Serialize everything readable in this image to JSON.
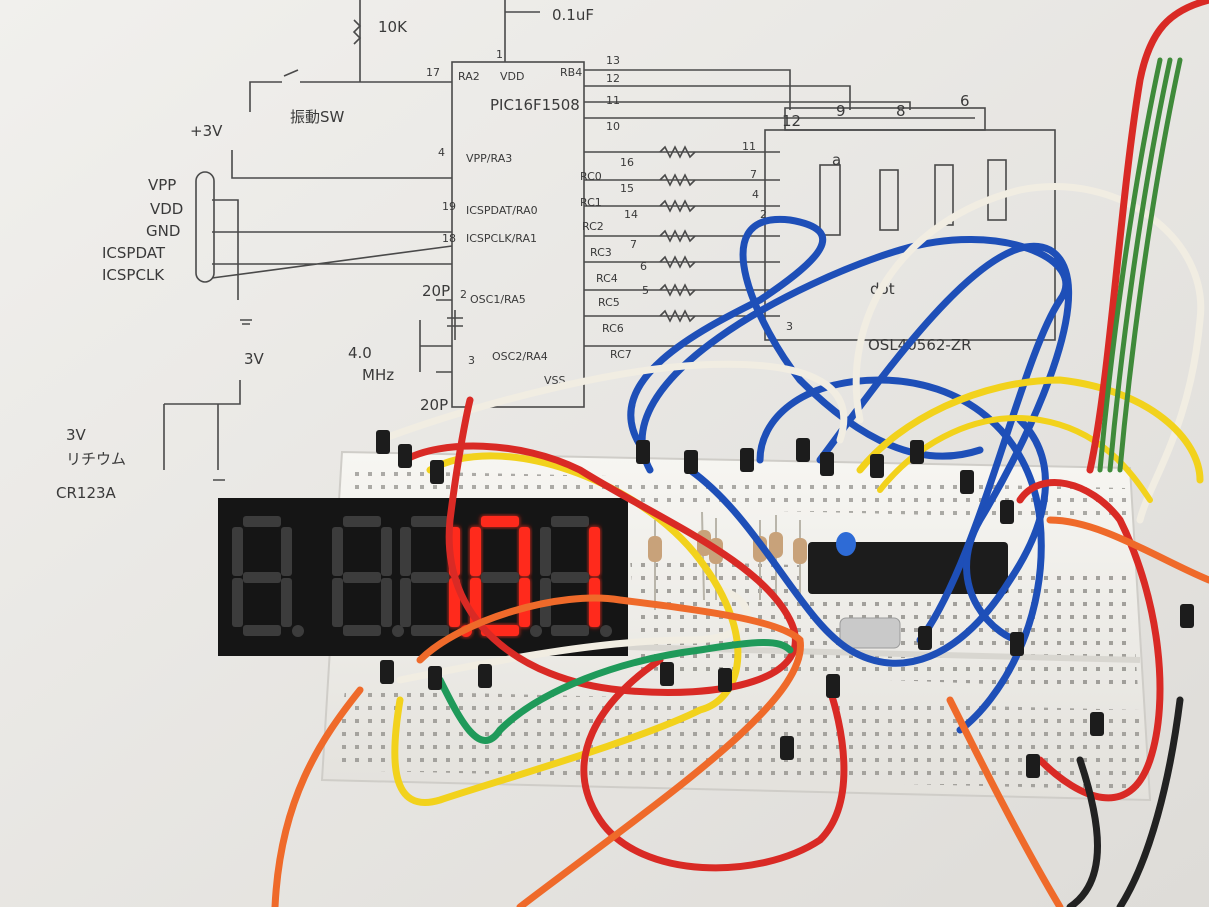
{
  "photo": {
    "display_digits": [
      "1.",
      "0",
      "1"
    ]
  },
  "schematic": {
    "chip": "PIC16F1508",
    "pins_left": [
      "RA2",
      "VDD",
      "VPP/RA3",
      "ICSPDAT/RA0",
      "ICSPCLK/RA1",
      "OSC1/RA5",
      "OSC2/RA4",
      "VSS"
    ],
    "pins_right": [
      "RB4",
      "RC0",
      "RC1",
      "RC2",
      "RC3",
      "RC4",
      "RC5",
      "RC6",
      "RC7"
    ],
    "labels": {
      "resistor": "10K",
      "cap": "0.1uF",
      "switch": "振動SW",
      "supply": "+3V",
      "supply2": "3V",
      "battery_line1": "3V",
      "battery_line2": "リチウム",
      "battery_line3": "CR123A",
      "crystal_line1": "4.0",
      "crystal_line2": "MHz",
      "cap20_top": "20P",
      "cap20_bottom": "20P",
      "display_part": "OSL40562-ZR",
      "header": [
        "VPP",
        "VDD",
        "GND",
        "ICSPDAT",
        "ICSPCLK"
      ],
      "dot": "dot",
      "seg_a": "a"
    },
    "pin_numbers": {
      "p17": "17",
      "p1": "1",
      "p4": "4",
      "p19": "19",
      "p18": "18",
      "p2": "2",
      "p3": "3",
      "p13": "13",
      "p12": "12",
      "p11": "11",
      "p10": "10",
      "p16": "16",
      "p15": "15",
      "p14": "14",
      "p7": "7",
      "p6": "6",
      "p5": "5",
      "d12": "12",
      "d9": "9",
      "d8": "8",
      "d6": "6",
      "s11": "11",
      "s7": "7",
      "s4": "4",
      "s2": "2",
      "s3": "3"
    }
  },
  "colors": {
    "paper": "#eae9e6",
    "ink": "#3a3a3a",
    "led_on": "#ff2a1a",
    "led_off": "#3c3c3c",
    "wire_blue": "#1e4fb8",
    "wire_red": "#d92a25",
    "wire_yellow": "#f2d21c",
    "wire_orange": "#ef6a2a",
    "wire_green": "#1f9a5a",
    "wire_white": "#f1ede2",
    "breadboard": "#f4f3ef"
  }
}
